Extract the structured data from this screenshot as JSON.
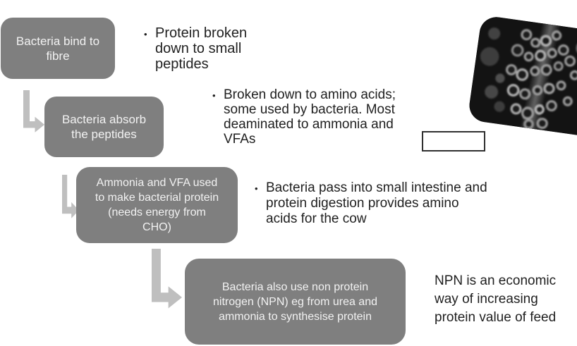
{
  "slide": {
    "bullet_char": "•",
    "colors": {
      "box_fill": "#7f7f7f",
      "box_text": "#f2f2f2",
      "arrow": "#bfbfbf",
      "body_text": "#1f1f1f",
      "label_box_border": "#2f2f2f"
    },
    "flow_boxes": [
      {
        "label": "Bacteria bind to\nfibre"
      },
      {
        "label": "Bacteria absorb\nthe peptides"
      },
      {
        "label": "Ammonia and VFA used\nto make bacterial protein\n(needs energy from\nCHO)"
      },
      {
        "label": "Bacteria also use non protein\nnitrogen (NPN) eg from urea and\nammonia to synthesise protein"
      }
    ],
    "bullets": [
      {
        "text": "Protein broken\ndown to small\npeptides"
      },
      {
        "text": "Broken down to amino acids;\nsome used by bacteria. Most\ndeaminated to ammonia and\nVFAs"
      },
      {
        "text": "Bacteria pass into small intestine and\nprotein digestion provides amino\nacids for the cow"
      }
    ],
    "side_note": "NPN is an economic\nway of increasing\nprotein value of feed",
    "label_box": {
      "text": ""
    },
    "image": {
      "name": "bacteria-micrograph"
    }
  }
}
